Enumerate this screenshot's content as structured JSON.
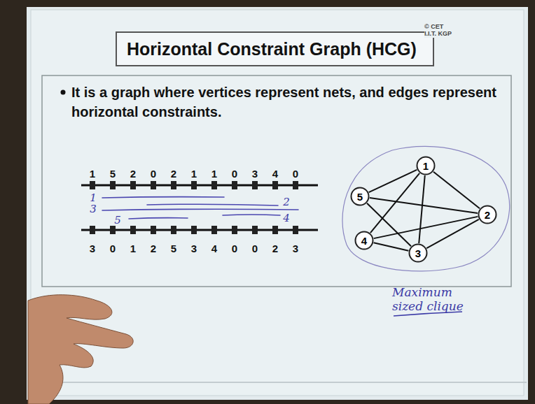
{
  "diagram": {
    "title": "Horizontal Constraint Graph (HCG)",
    "nodes": [
      {
        "text": [
          "1"
        ]
      },
      {
        "text": [
          "5"
        ]
      },
      {
        "text": [
          "2"
        ]
      },
      {
        "text": [
          "4"
        ]
      },
      {
        "text": [
          "3"
        ]
      }
    ],
    "edges": [
      {
        "from": 0,
        "to": 1,
        "arrow": "none"
      },
      {
        "from": 0,
        "to": 2,
        "arrow": "none"
      },
      {
        "from": 0,
        "to": 3,
        "arrow": "none"
      },
      {
        "from": 0,
        "to": 4,
        "arrow": "none"
      },
      {
        "from": 1,
        "to": 2,
        "arrow": "none"
      },
      {
        "from": 1,
        "to": 4,
        "arrow": "none"
      },
      {
        "from": 3,
        "to": 2,
        "arrow": "none"
      },
      {
        "from": 3,
        "to": 4,
        "arrow": "none"
      },
      {
        "from": 2,
        "to": 4,
        "arrow": "none"
      }
    ],
    "labels": [
      "© CET I.I.T. KGP",
      "It is a graph where vertices represent nets, and edges represent horizontal constraints.",
      "1",
      "5",
      "2",
      "0",
      "2",
      "1",
      "1",
      "0",
      "3",
      "4",
      "0",
      "1",
      "2",
      "3",
      "5",
      "4",
      "3",
      "0",
      "1",
      "2",
      "5",
      "3",
      "4",
      "0",
      "0",
      "2",
      "3",
      "Maximum sized clique"
    ]
  }
}
